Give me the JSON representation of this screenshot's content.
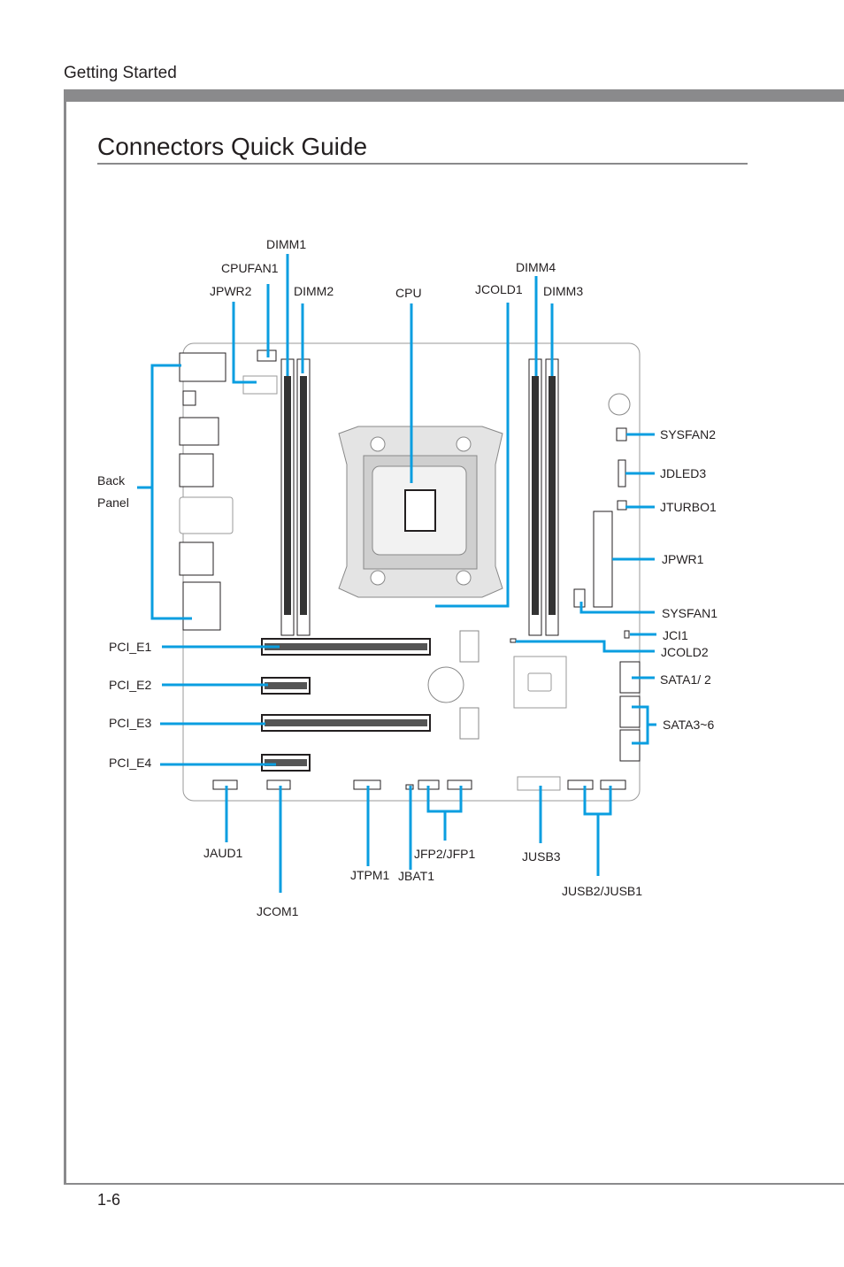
{
  "header": {
    "section": "Getting Started",
    "title": "Connectors Quick Guide",
    "page_number": "1-6"
  },
  "colors": {
    "accent": "#0a9ee0",
    "rule": "#8a8a8c"
  },
  "labels": {
    "dimm1": "DIMM1",
    "cpufan1": "CPUFAN1",
    "jpwr2": "JPWR2",
    "dimm2": "DIMM2",
    "cpu": "CPU",
    "jcold1": "JCOLD1",
    "dimm4": "DIMM4",
    "dimm3": "DIMM3",
    "sysfan2": "SYSFAN2",
    "jdled3": "JDLED3",
    "jturbo1": "JTURBO1",
    "jpwr1": "JPWR1",
    "sysfan1": "SYSFAN1",
    "jci1": "JCI1",
    "jcold2": "JCOLD2",
    "sata12": "SATA1/ 2",
    "sata36": "SATA3~6",
    "back": "Back",
    "panel": "Panel",
    "pcie1": "PCI_E1",
    "pcie2": "PCI_E2",
    "pcie3": "PCI_E3",
    "pcie4": "PCI_E4",
    "jaud1": "JAUD1",
    "jcom1": "JCOM1",
    "jtpm1": "JTPM1",
    "jbat1": "JBAT1",
    "jfp": "JFP2/JFP1",
    "jusb3": "JUSB3",
    "jusb": "JUSB2/JUSB1"
  }
}
